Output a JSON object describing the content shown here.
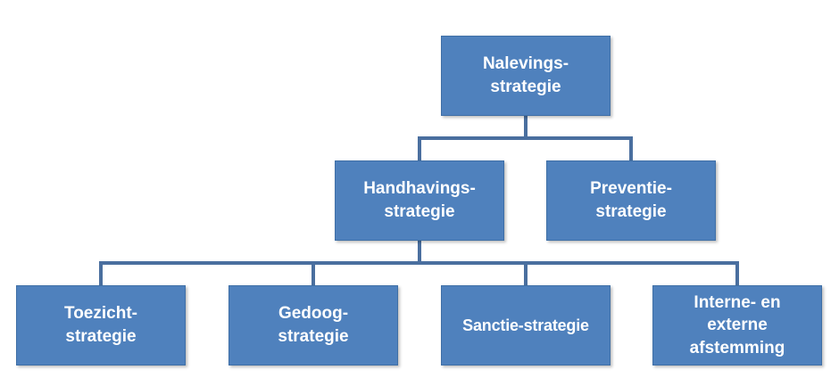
{
  "diagram": {
    "colors": {
      "box_fill": "#4f81bd",
      "box_border": "#3f6fa6",
      "connector": "#4a6f9f",
      "text": "#ffffff"
    },
    "nodes": {
      "naleving": "Nalevings-\nstrategie",
      "handhaving": "Handhavings-\nstrategie",
      "preventie": "Preventie-\nstrategie",
      "toezicht": "Toezicht-\nstrategie",
      "gedoog": "Gedoog-\nstrategie",
      "sanctie": "Sanctie-strategie",
      "afstemming": "Interne- en\nexterne\nafstemming"
    },
    "edges": [
      [
        "naleving",
        "handhaving"
      ],
      [
        "naleving",
        "preventie"
      ],
      [
        "handhaving",
        "toezicht"
      ],
      [
        "handhaving",
        "gedoog"
      ],
      [
        "handhaving",
        "sanctie"
      ],
      [
        "handhaving",
        "afstemming"
      ]
    ]
  }
}
